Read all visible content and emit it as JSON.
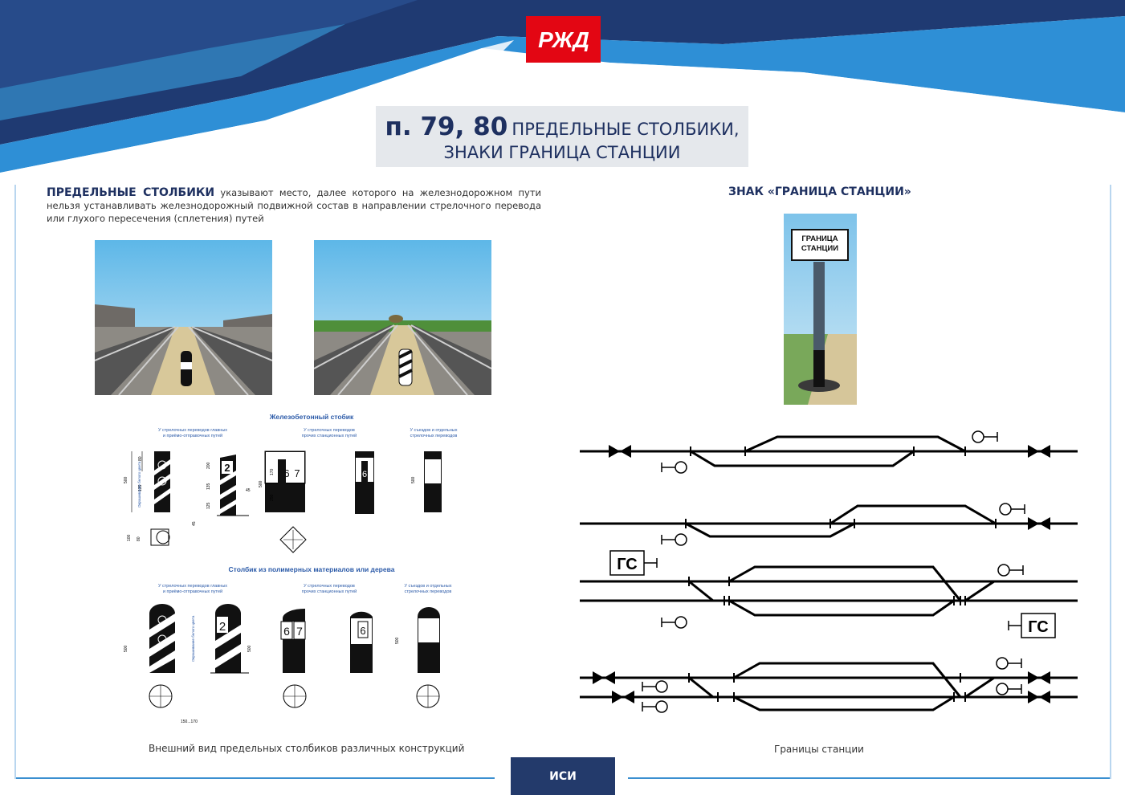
{
  "logo": {
    "text": "РЖД",
    "icon": "rzd-logo-icon"
  },
  "title": {
    "number": "п. 79, 80",
    "line1": "ПРЕДЕЛЬНЫЕ СТОЛБИКИ,",
    "line2": "ЗНАКИ ГРАНИЦА СТАНЦИИ"
  },
  "intro": {
    "bold": "ПРЕДЕЛЬНЫЕ СТОЛБИКИ",
    "text": " указывают место, далее которого на железнодорожном пути нельзя устанавливать железнодорожный подвижной состав в направлении стрелочного перевода или глухого пересечения (сплетения) путей"
  },
  "drawings": {
    "concrete_title": "Железобетонный стобик",
    "polymer_title": "Столбик из полимерных материалов или дерева",
    "col1": "У стрелочных переводов главных и приёмо-отправочных путей",
    "col2": "У стрелочных переводов прочих станционных путей",
    "col3": "У съездов и отдельных стрелочных переводов",
    "side_note": "Окрашивание белого цвета",
    "n2": "2",
    "n6": "6",
    "n7": "7",
    "caption": "Внешний вид предельных столбиков различных конструкций"
  },
  "station_sign": {
    "heading": "ЗНАК «ГРАНИЦА СТАНЦИИ»",
    "plate_line1": "ГРАНИЦА",
    "plate_line2": "СТАНЦИИ"
  },
  "scheme": {
    "gs_label": "ГС",
    "caption": "Границы станции"
  },
  "footer": {
    "tab": "ИСИ"
  },
  "colors": {
    "navy": "#1e3060",
    "blue": "#2f8fd8",
    "red": "#e30613",
    "footer": "#233a6b"
  }
}
